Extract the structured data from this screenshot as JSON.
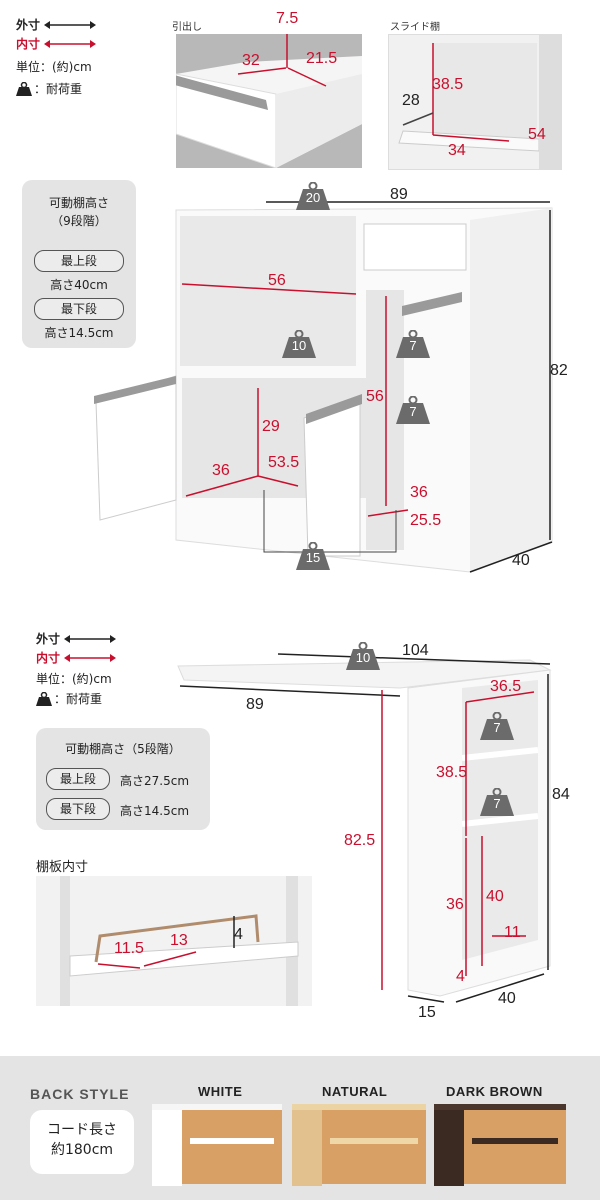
{
  "legend_top": {
    "outer": "外寸",
    "inner": "内寸",
    "unit": "単位：(約)cm",
    "load": "：耐荷重"
  },
  "photo_drawer": {
    "caption": "引出し",
    "dims": [
      "7.5",
      "32",
      "21.5"
    ]
  },
  "photo_slide": {
    "caption": "スライド棚",
    "dims": [
      "38.5",
      "28",
      "34",
      "54"
    ]
  },
  "cabinet1": {
    "shelf_box": {
      "title": "可動棚高さ",
      "sub": "（9段階）",
      "top_label": "最上段",
      "top_value": "高さ40cm",
      "bottom_label": "最下段",
      "bottom_value": "高さ14.5cm"
    },
    "outer": {
      "width": "89",
      "height": "82",
      "depth": "40"
    },
    "inner": {
      "upper_width": "56",
      "right_height": "56",
      "lower_height": "29",
      "lower_width": "36",
      "lower_depth": "53.5",
      "right_lower_width": "36",
      "right_lower_depth": "25.5"
    },
    "loads": [
      "20",
      "10",
      "7",
      "7",
      "15"
    ]
  },
  "legend_mid": {
    "outer": "外寸",
    "inner": "内寸",
    "unit": "単位：(約)cm",
    "load": "：耐荷重"
  },
  "cabinet2": {
    "shelf_box": {
      "title": "可動棚高さ（5段階）",
      "top_label": "最上段",
      "top_value": "高さ27.5cm",
      "bottom_label": "最下段",
      "bottom_value": "高さ14.5cm"
    },
    "outer": {
      "width": "104",
      "lower_width": "89",
      "height": "84",
      "depth": "40",
      "column_width": "15"
    },
    "inner": {
      "table_height": "82.5",
      "shelf_width": "36.5",
      "shelf_height": "38.5",
      "lower_height": "36",
      "lower_height2": "40",
      "lower_depth": "11",
      "small": "4"
    },
    "loads": [
      "10",
      "7",
      "7"
    ]
  },
  "shelf_detail": {
    "caption": "棚板内寸",
    "dims": [
      "4",
      "11.5",
      "13"
    ]
  },
  "footer": {
    "back_style": "BACK STYLE",
    "cord": "コード長さ\n約180cm",
    "colors": [
      "WHITE",
      "NATURAL",
      "DARK BROWN"
    ]
  },
  "colors": {
    "inner": "#c8102e",
    "outer": "#222222",
    "load": "#6b6b6b",
    "footer_bg": "#e4e4e4",
    "wood": "#d9a066",
    "dark_wood": "#3b2a22"
  }
}
